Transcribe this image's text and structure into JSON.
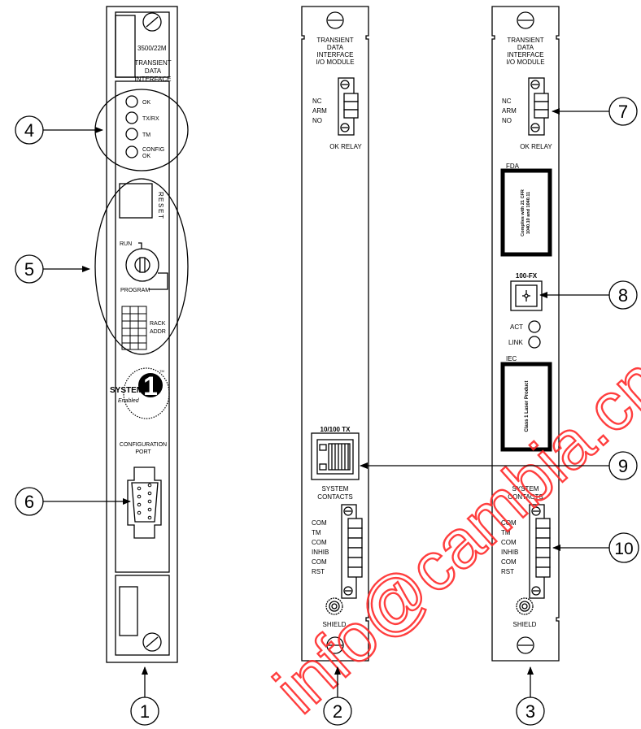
{
  "module1": {
    "model": "3500/22M",
    "title_lines": [
      "TRANSIENT",
      "DATA",
      "INTERFACE"
    ],
    "leds": [
      "OK",
      "TX/RX",
      "TM",
      "CONFIG",
      "OK"
    ],
    "reset_label": "RESET",
    "key_run": "RUN",
    "key_program": "PROGRAM",
    "rack_lines": [
      "RACK",
      "ADDR"
    ],
    "logo_text": "SYSTEM",
    "logo_number": "1",
    "logo_sub": "Enabled",
    "logo_tm": "TM",
    "config_port_lines": [
      "CONFIGURATION",
      "PORT"
    ]
  },
  "module2": {
    "title_lines": [
      "TRANSIENT",
      "DATA",
      "INTERFACE",
      "I/O MODULE"
    ],
    "relay_pins": [
      "NC",
      "ARM",
      "NO"
    ],
    "relay_label": "OK RELAY",
    "eth_label": "10/100 TX",
    "contacts_lines": [
      "SYSTEM",
      "CONTACTS"
    ],
    "contact_pins": [
      "COM",
      "TM",
      "COM",
      "INHIB",
      "COM",
      "RST"
    ],
    "shield_label": "SHIELD"
  },
  "module3": {
    "title_lines": [
      "TRANSIENT",
      "DATA",
      "INTERFACE",
      "I/O MODULE"
    ],
    "relay_pins": [
      "NC",
      "ARM",
      "NO"
    ],
    "relay_label": "OK RELAY",
    "fda_label": "FDA",
    "fda_text_lines": [
      "Complies with 21 CFR",
      "1040.10 and 1040.11"
    ],
    "fiber_label": "100-FX",
    "act_label": "ACT",
    "link_label": "LINK",
    "iec_label": "IEC",
    "iec_text": "Class 1 Laser Product",
    "contacts_lines": [
      "SYSTEM",
      "CONTACTS"
    ],
    "contact_pins": [
      "COM",
      "TM",
      "COM",
      "INHIB",
      "COM",
      "RST"
    ],
    "shield_label": "SHIELD"
  },
  "callouts": [
    "1",
    "2",
    "3",
    "4",
    "5",
    "6",
    "7",
    "8",
    "9",
    "10"
  ],
  "watermark": "info@cambia.cn",
  "colors": {
    "line": "#000000",
    "watermark": "#ff2a2a"
  }
}
